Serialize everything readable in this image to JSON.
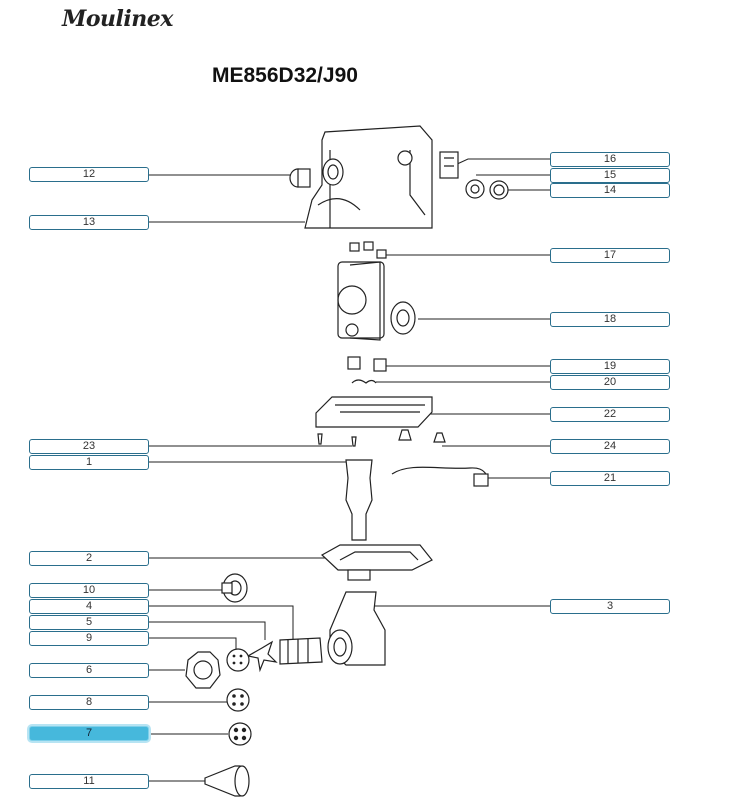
{
  "header": {
    "brand": "Moulinex",
    "model": "ME856D32/J90"
  },
  "colors": {
    "tag_border": "#2a6e8c",
    "tag_active": "#46b8dc",
    "line": "#222222"
  },
  "selected_part": "7",
  "parts_left": [
    {
      "id": "12",
      "label": "12"
    },
    {
      "id": "13",
      "label": "13"
    },
    {
      "id": "23",
      "label": "23"
    },
    {
      "id": "1",
      "label": "1"
    },
    {
      "id": "2",
      "label": "2"
    },
    {
      "id": "10",
      "label": "10"
    },
    {
      "id": "4",
      "label": "4"
    },
    {
      "id": "5",
      "label": "5"
    },
    {
      "id": "9",
      "label": "9"
    },
    {
      "id": "6",
      "label": "6"
    },
    {
      "id": "8",
      "label": "8"
    },
    {
      "id": "7",
      "label": "7"
    },
    {
      "id": "11",
      "label": "11"
    }
  ],
  "parts_right": [
    {
      "id": "16",
      "label": "16"
    },
    {
      "id": "15",
      "label": "15"
    },
    {
      "id": "14",
      "label": "14"
    },
    {
      "id": "17",
      "label": "17"
    },
    {
      "id": "18",
      "label": "18"
    },
    {
      "id": "19",
      "label": "19"
    },
    {
      "id": "20",
      "label": "20"
    },
    {
      "id": "22",
      "label": "22"
    },
    {
      "id": "24",
      "label": "24"
    },
    {
      "id": "21",
      "label": "21"
    },
    {
      "id": "3",
      "label": "3"
    }
  ]
}
